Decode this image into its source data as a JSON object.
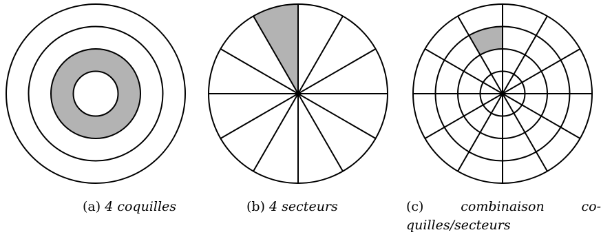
{
  "colors": {
    "stroke": "#000000",
    "shaded": "#b3b3b3",
    "background": "#ffffff"
  },
  "diagrams": [
    {
      "kind": "shells",
      "shell_count": 4,
      "highlight": {
        "shell": 2
      }
    },
    {
      "kind": "sectors",
      "sector_count": 12,
      "highlight": {
        "sector": 11
      }
    },
    {
      "kind": "shells-sectors",
      "shell_count": 4,
      "sector_count": 12,
      "highlight": {
        "shell": 3,
        "sector": 11
      }
    }
  ],
  "captions": {
    "a": {
      "tag": "(a)",
      "text": "4 coquilles"
    },
    "b": {
      "tag": "(b)",
      "text": "4 secteurs"
    },
    "c": {
      "tag": "(c)",
      "word1": "combinaison",
      "word2": "co-",
      "line2": "quilles/secteurs"
    }
  }
}
